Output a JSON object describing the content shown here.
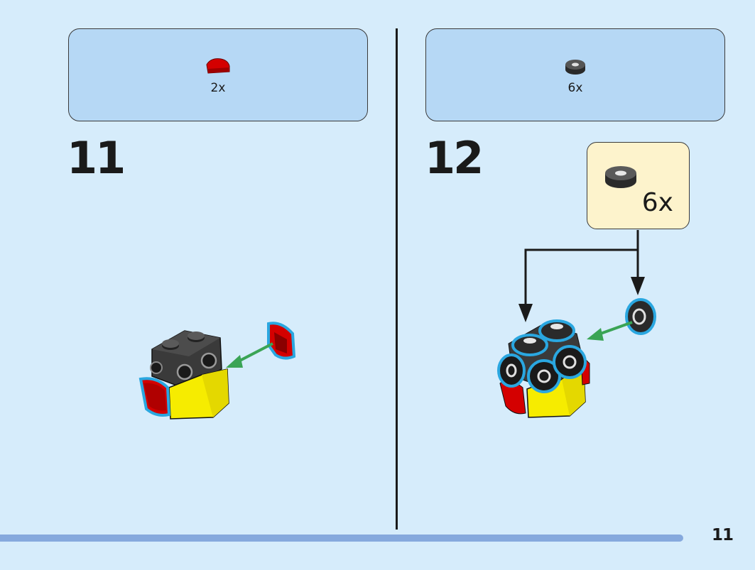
{
  "steps": [
    {
      "number": "11",
      "parts_qty": "2x",
      "part_icon": "red-curved-slope-icon"
    },
    {
      "number": "12",
      "parts_qty": "6x",
      "part_icon": "black-round-tile-icon",
      "callout_qty": "6x"
    }
  ],
  "page": {
    "number": "11"
  },
  "colors": {
    "background": "#d6ecfb",
    "parts_box": "#b6d8f5",
    "callout": "#fdf3cc",
    "red": "#d40000",
    "yellow": "#f6ec00",
    "black_brick": "#3a3a3a",
    "highlight": "#2aa7e0",
    "arrow_green": "#3aa455",
    "bottom_bar": "#86a9dd"
  }
}
